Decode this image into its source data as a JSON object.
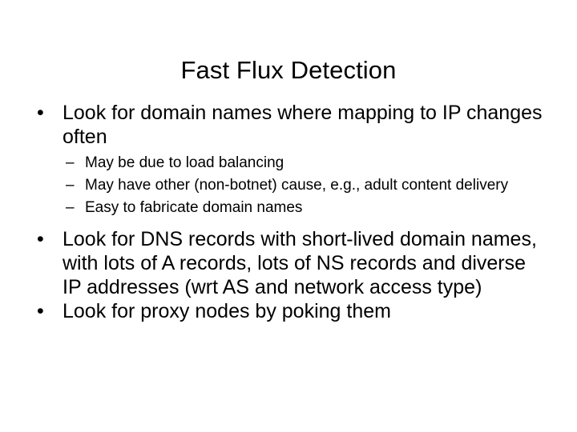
{
  "slide": {
    "title": "Fast Flux Detection",
    "background_color": "#ffffff",
    "text_color": "#000000",
    "bullet_marker": "•",
    "sub_bullet_marker": "–",
    "content": [
      {
        "level": 1,
        "text": "Look for domain names where mapping to IP changes often",
        "children": [
          {
            "level": 2,
            "text": "May be due to load balancing"
          },
          {
            "level": 2,
            "text": "May have other (non-botnet) cause, e.g., adult content delivery"
          },
          {
            "level": 2,
            "text": "Easy to fabricate domain names"
          }
        ]
      },
      {
        "level": 1,
        "text": "Look for DNS records with short-lived domain names, with lots of A records, lots of NS records and diverse IP addresses (wrt AS and network access type)",
        "children": []
      },
      {
        "level": 1,
        "text": "Look for proxy nodes by poking them",
        "children": []
      }
    ]
  }
}
